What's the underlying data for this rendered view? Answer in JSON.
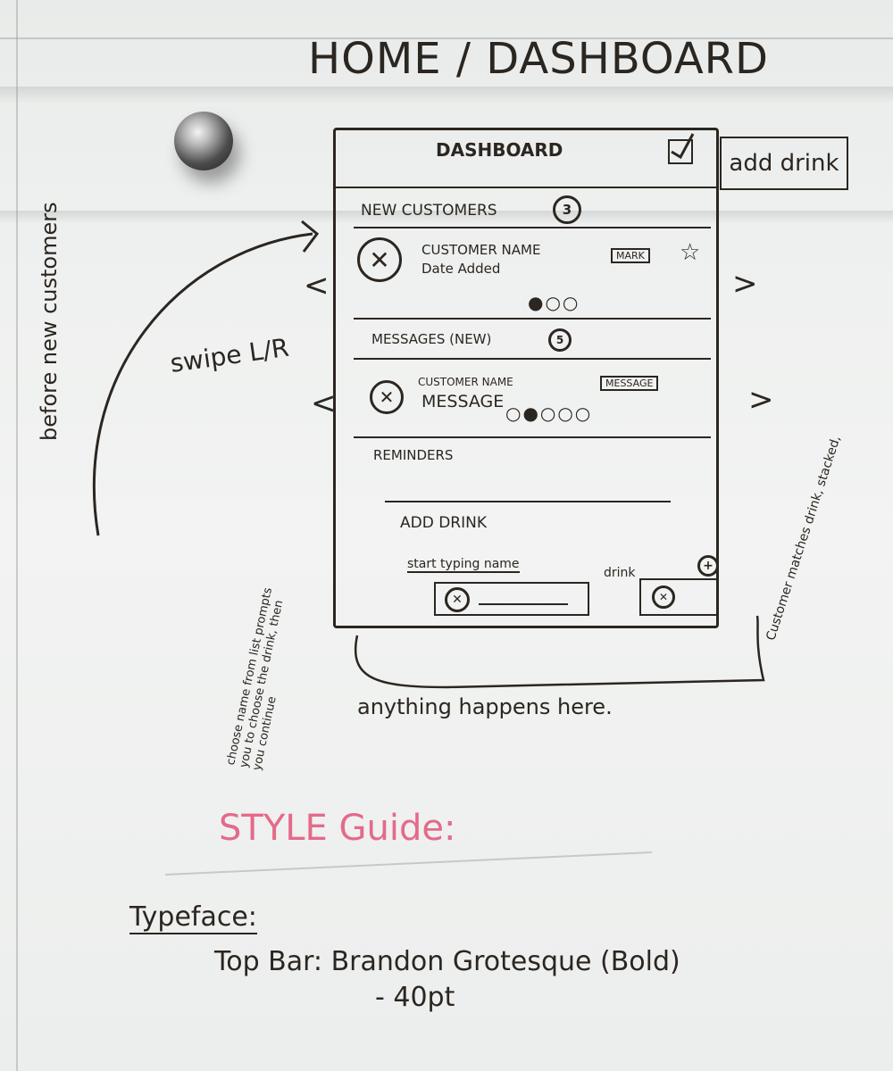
{
  "title": "HOME / DASHBOARD",
  "phone": {
    "header": "DASHBOARD",
    "edit_icon": "edit-icon",
    "new_customers": {
      "label": "NEW CUSTOMERS",
      "count": "3"
    },
    "customer_card": {
      "name": "CUSTOMER NAME",
      "date": "Date Added",
      "button": "MARK",
      "star_icon": "star-icon",
      "pager": "●○○"
    },
    "messages": {
      "label": "MESSAGES (NEW)",
      "count": "5"
    },
    "message_card": {
      "name": "CUSTOMER NAME",
      "text": "MESSAGE",
      "button": "MESSAGE",
      "pager": "○●○○○"
    },
    "reminders": "REMINDERS",
    "add_drink": {
      "label": "ADD DRINK",
      "input": "start typing name",
      "drink_label": "drink"
    }
  },
  "add_drink_button": "add drink",
  "annotations": {
    "left_vertical": "before new customers",
    "swipe": "swipe L/R",
    "right_vertical": "Customer matches drink, stacked,",
    "bottom_note": "anything happens here.",
    "choose_name": "choose name from list prompts you to choose the drink, then you continue"
  },
  "nav": {
    "left": "<",
    "right": ">"
  },
  "style_guide": {
    "title": "STYLE Guide:",
    "typeface_label": "Typeface:",
    "top_bar": "Top Bar: Brandon Grotesque (Bold)",
    "size": "- 40pt"
  },
  "colors": {
    "ink": "#2b2620",
    "accent": "#e46a8a",
    "board": "#eef0ef"
  }
}
